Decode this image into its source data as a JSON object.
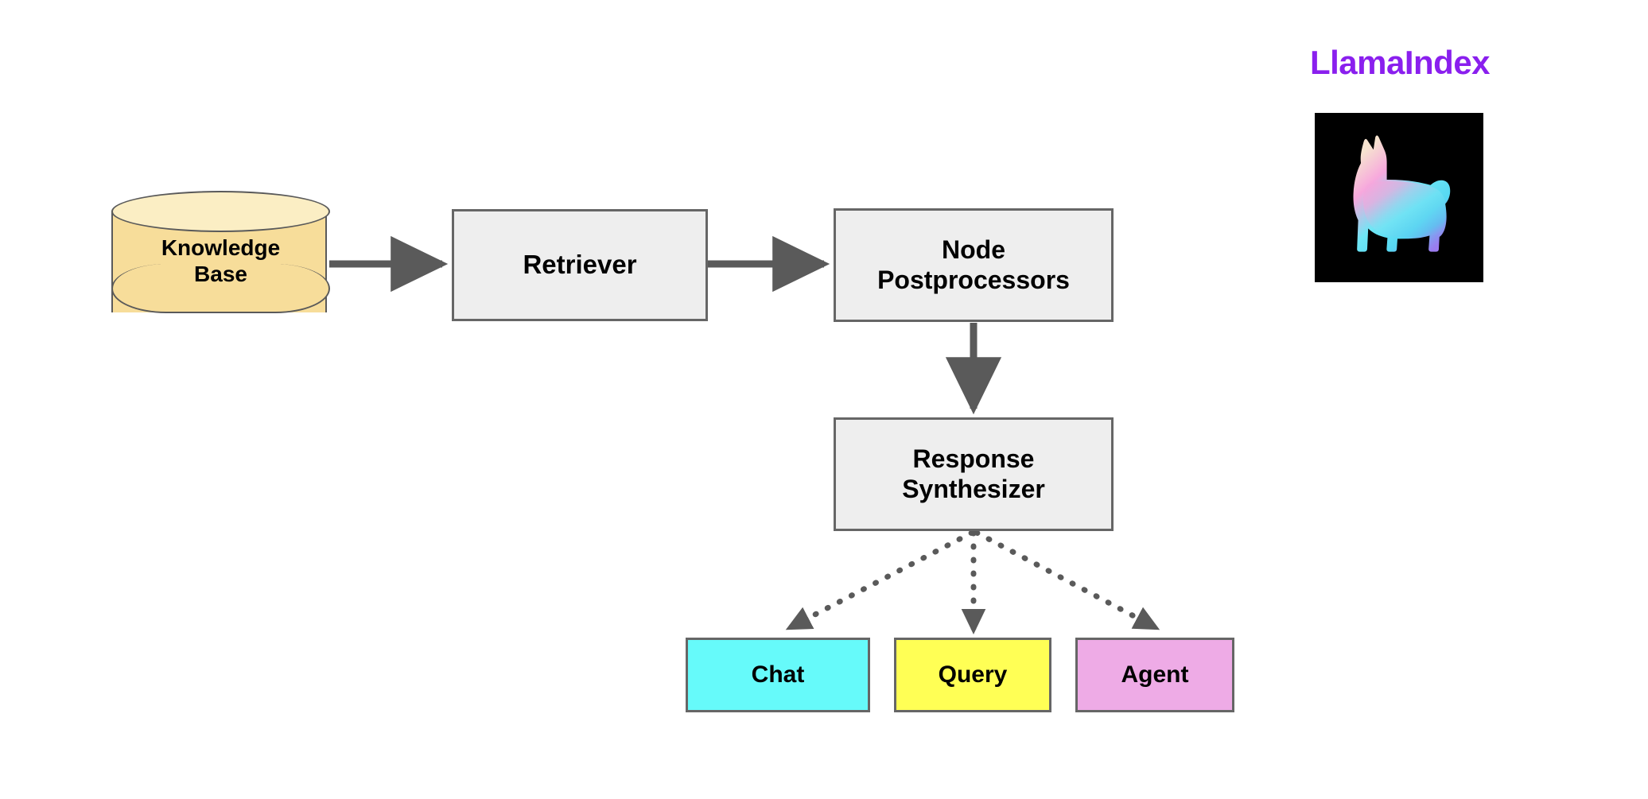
{
  "diagram": {
    "type": "flowchart",
    "title": "",
    "background_color": "#ffffff",
    "nodes": [
      {
        "id": "knowledge-base",
        "label": "Knowledge\nBase",
        "shape": "cylinder",
        "fill": "#f7dd9a",
        "top_fill": "#fbeec4",
        "stroke": "#5a5a5a"
      },
      {
        "id": "retriever",
        "label": "Retriever",
        "shape": "rectangle",
        "fill": "#eeeeee",
        "stroke": "#666666"
      },
      {
        "id": "node-postprocessors",
        "label": "Node\nPostprocessors",
        "shape": "rectangle",
        "fill": "#eeeeee",
        "stroke": "#666666"
      },
      {
        "id": "response-synthesizer",
        "label": "Response\nSynthesizer",
        "shape": "rectangle",
        "fill": "#eeeeee",
        "stroke": "#666666"
      },
      {
        "id": "chat",
        "label": "Chat",
        "shape": "rectangle",
        "fill": "#66fafa",
        "stroke": "#666666"
      },
      {
        "id": "query",
        "label": "Query",
        "shape": "rectangle",
        "fill": "#ffff55",
        "stroke": "#666666"
      },
      {
        "id": "agent",
        "label": "Agent",
        "shape": "rectangle",
        "fill": "#eeabe6",
        "stroke": "#666666"
      }
    ],
    "edges": [
      {
        "from": "knowledge-base",
        "to": "retriever",
        "style": "solid",
        "arrow": "filled-triangle",
        "color": "#5a5a5a"
      },
      {
        "from": "retriever",
        "to": "node-postprocessors",
        "style": "solid",
        "arrow": "filled-triangle",
        "color": "#5a5a5a"
      },
      {
        "from": "node-postprocessors",
        "to": "response-synthesizer",
        "style": "solid",
        "arrow": "filled-triangle",
        "color": "#5a5a5a"
      },
      {
        "from": "response-synthesizer",
        "to": "chat",
        "style": "dotted",
        "arrow": "filled-triangle",
        "color": "#5a5a5a"
      },
      {
        "from": "response-synthesizer",
        "to": "query",
        "style": "dotted",
        "arrow": "filled-triangle",
        "color": "#5a5a5a"
      },
      {
        "from": "response-synthesizer",
        "to": "agent",
        "style": "dotted",
        "arrow": "filled-triangle",
        "color": "#5a5a5a"
      }
    ]
  },
  "branding": {
    "title": "LlamaIndex",
    "title_color": "#8A1FEE",
    "logo": {
      "name": "llama-logo",
      "background": "#000000",
      "gradient_stops": [
        "#f6e3cf",
        "#f7a8dd",
        "#6fe6f5",
        "#56d8f2",
        "#9b7cf0"
      ]
    }
  }
}
